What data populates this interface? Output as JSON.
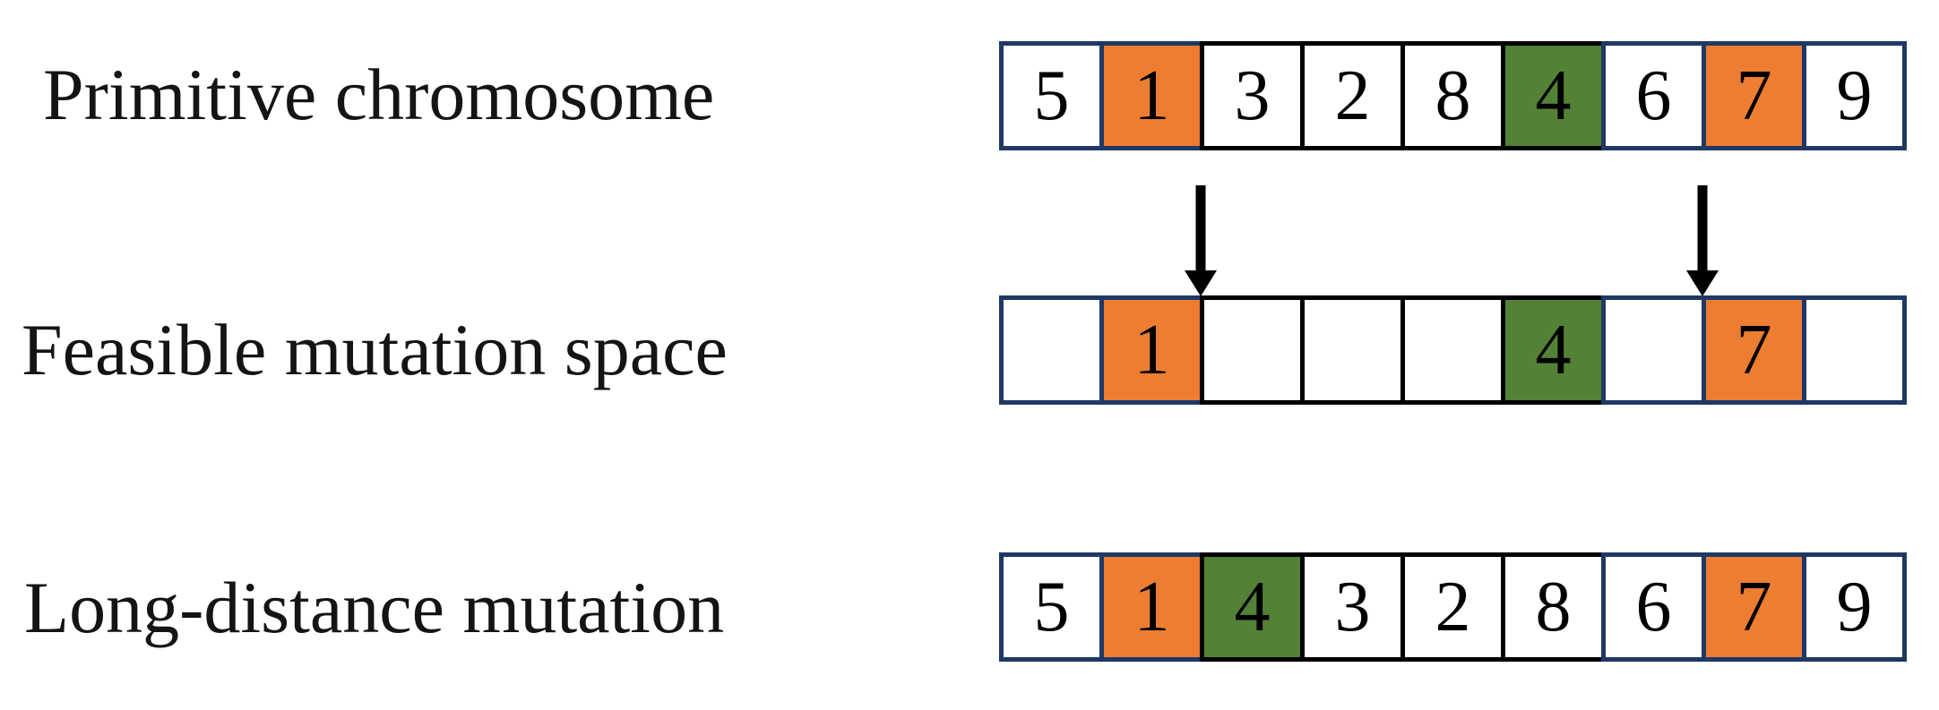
{
  "figure": {
    "colors": {
      "white": "#ffffff",
      "orange": "#ed7d31",
      "green": "#538135",
      "navy": "#1f3864",
      "black": "#000000",
      "arrow": "#000000"
    },
    "rows": [
      {
        "label": "Primitive chromosome",
        "cells": [
          {
            "value": "5",
            "fill": "white",
            "border": "navy"
          },
          {
            "value": "1",
            "fill": "orange",
            "border": "navy"
          },
          {
            "value": "3",
            "fill": "white",
            "border": "black"
          },
          {
            "value": "2",
            "fill": "white",
            "border": "black"
          },
          {
            "value": "8",
            "fill": "white",
            "border": "black"
          },
          {
            "value": "4",
            "fill": "green",
            "border": "black"
          },
          {
            "value": "6",
            "fill": "white",
            "border": "navy"
          },
          {
            "value": "7",
            "fill": "orange",
            "border": "navy"
          },
          {
            "value": "9",
            "fill": "white",
            "border": "navy"
          }
        ]
      },
      {
        "label": "Feasible mutation space",
        "cells": [
          {
            "value": "",
            "fill": "white",
            "border": "navy"
          },
          {
            "value": "1",
            "fill": "orange",
            "border": "navy"
          },
          {
            "value": "",
            "fill": "white",
            "border": "black"
          },
          {
            "value": "",
            "fill": "white",
            "border": "black"
          },
          {
            "value": "",
            "fill": "white",
            "border": "black"
          },
          {
            "value": "4",
            "fill": "green",
            "border": "black"
          },
          {
            "value": "",
            "fill": "white",
            "border": "navy"
          },
          {
            "value": "7",
            "fill": "orange",
            "border": "navy"
          },
          {
            "value": "",
            "fill": "white",
            "border": "navy"
          }
        ]
      },
      {
        "label": "Long-distance mutation",
        "cells": [
          {
            "value": "5",
            "fill": "white",
            "border": "navy"
          },
          {
            "value": "1",
            "fill": "orange",
            "border": "navy"
          },
          {
            "value": "4",
            "fill": "green",
            "border": "black"
          },
          {
            "value": "3",
            "fill": "white",
            "border": "black"
          },
          {
            "value": "2",
            "fill": "white",
            "border": "black"
          },
          {
            "value": "8",
            "fill": "white",
            "border": "black"
          },
          {
            "value": "6",
            "fill": "white",
            "border": "navy"
          },
          {
            "value": "7",
            "fill": "orange",
            "border": "navy"
          },
          {
            "value": "9",
            "fill": "white",
            "border": "navy"
          }
        ]
      }
    ],
    "arrows": [
      {
        "name": "left insertion arrow"
      },
      {
        "name": "right insertion arrow"
      }
    ]
  }
}
